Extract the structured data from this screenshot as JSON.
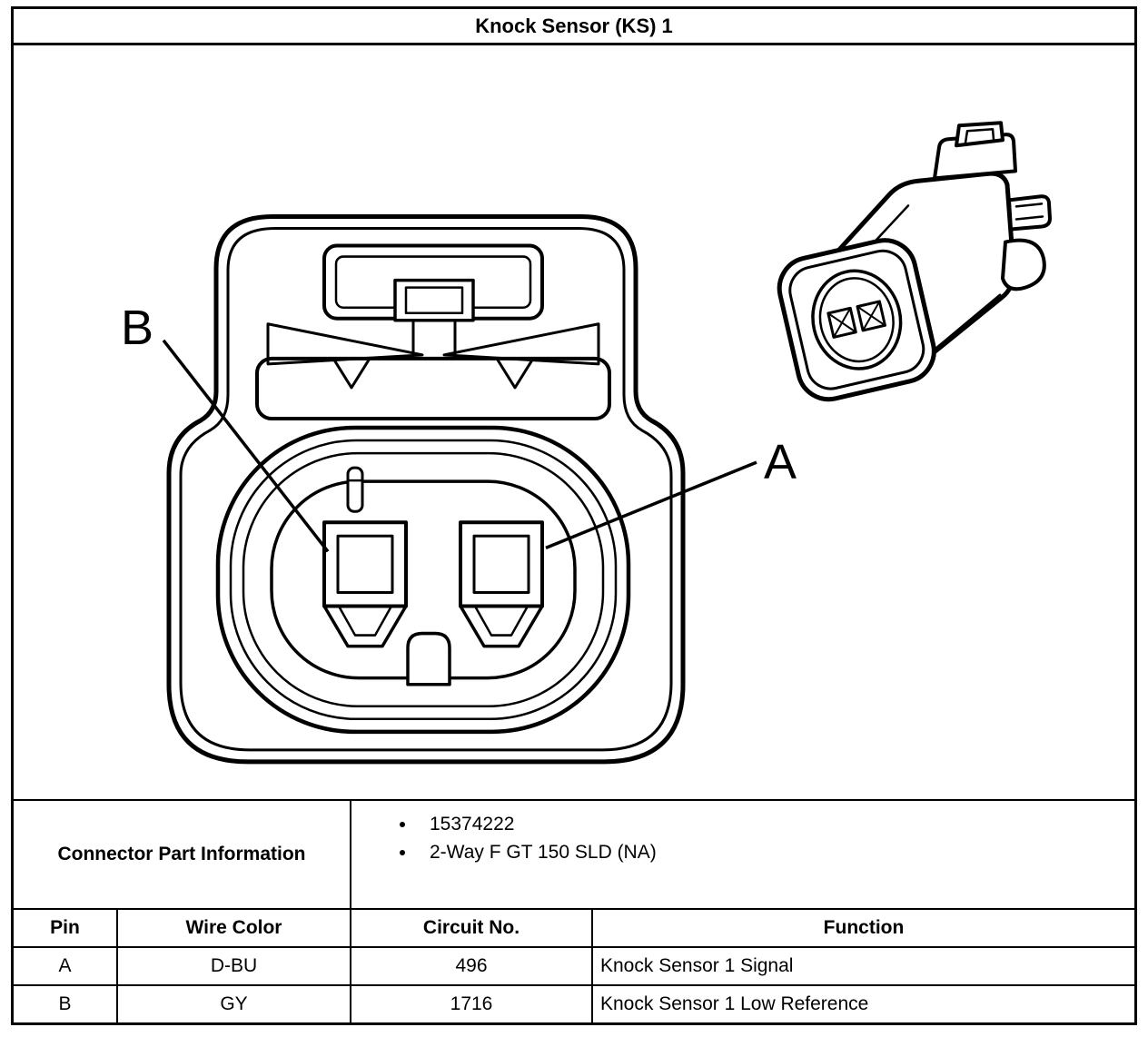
{
  "title": "Knock Sensor (KS) 1",
  "diagram": {
    "labels": {
      "pin_a": "A",
      "pin_b": "B"
    }
  },
  "part_info": {
    "label": "Connector Part Information",
    "items": [
      "15374222",
      "2-Way F GT 150 SLD (NA)"
    ]
  },
  "pin_table": {
    "headers": [
      "Pin",
      "Wire Color",
      "Circuit No.",
      "Function"
    ],
    "rows": [
      {
        "pin": "A",
        "wire_color": "D-BU",
        "circuit_no": "496",
        "function": "Knock Sensor 1 Signal"
      },
      {
        "pin": "B",
        "wire_color": "GY",
        "circuit_no": "1716",
        "function": "Knock Sensor 1 Low Reference"
      }
    ]
  },
  "colors": {
    "line": "#000000",
    "background": "#ffffff"
  }
}
